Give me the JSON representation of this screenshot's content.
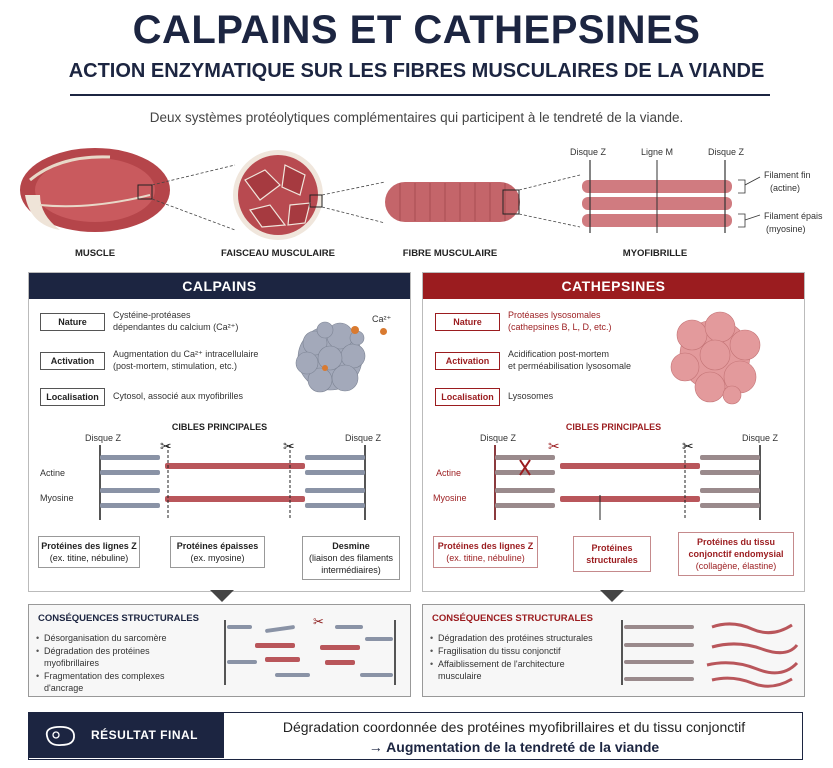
{
  "header": {
    "title": "CALPAINS ET CATHEPSINES",
    "subtitle": "ACTION ENZYMATIQUE SUR LES FIBRES MUSCULAIRES DE LA VIANDE",
    "intro": "Deux systèmes protéolytiques complémentaires qui participent à le tendreté de la viande."
  },
  "anatomy": {
    "stages": [
      "MUSCLE",
      "FAISCEAU MUSCULAIRE",
      "FIBRE MUSCULAIRE",
      "MYOFIBRILLE"
    ],
    "disque_z": "Disque Z",
    "ligne_m": "Ligne M",
    "filament_fin": "Filament fin",
    "actine": "(actine)",
    "filament_epais": "Filament épais",
    "myosine": "(myosine)"
  },
  "calpains": {
    "header": "CALPAINS",
    "color": "#1c2541",
    "nature_label": "Nature",
    "nature_line1": "Cystéine-protéases",
    "nature_line2": "dépendantes du calcium (Ca²⁺)",
    "activation_label": "Activation",
    "activation_line1": "Augmentation du Ca²⁺ intracellulaire",
    "activation_line2": "(post-mortem, stimulation, etc.)",
    "localisation_label": "Localisation",
    "localisation_line1": "Cytosol, associé aux myofibrilles",
    "ca_label": "Ca²⁺",
    "cibles_title": "CIBLES PRINCIPALES",
    "disque_z": "Disque Z",
    "actine": "Actine",
    "myosine": "Myosine",
    "targets": [
      {
        "title": "Protéines des lignes Z",
        "desc": "(ex. titine, nébuline)"
      },
      {
        "title": "Protéines épaisses",
        "desc": "(ex. myosine)"
      },
      {
        "title": "Desmine",
        "desc": "(liaison des filaments intermédiaires)"
      }
    ],
    "cons_title": "CONSÉQUENCES STRUCTURALES",
    "cons_items": [
      "Désorganisation du sarcomère",
      "Dégradation des protéines myofibrillaires",
      "Fragmentation des complexes d'ancrage"
    ]
  },
  "cathepsines": {
    "header": "CATHEPSINES",
    "color": "#9b1c1f",
    "nature_label": "Nature",
    "nature_line1": "Protéases lysosomales",
    "nature_line2": "(cathepsines B, L, D, etc.)",
    "activation_label": "Activation",
    "activation_line1": "Acidification post-mortem",
    "activation_line2": "et perméabilisation lysosomale",
    "localisation_label": "Localisation",
    "localisation_line1": "Lysosomes",
    "cibles_title": "CIBLES PRINCIPALES",
    "disque_z": "Disque Z",
    "actine": "Actine",
    "myosine": "Myosine",
    "targets": [
      {
        "title": "Protéines des lignes Z",
        "desc": "(ex. titine, nébuline)"
      },
      {
        "title": "Protéines structurales",
        "desc": ""
      },
      {
        "title": "Protéines du tissu conjonctif endomysial",
        "desc": "(collagène, élastine)"
      }
    ],
    "cons_title": "CONSÉQUENCES STRUCTURALES",
    "cons_items": [
      "Dégradation des protéines structurales",
      "Fragilisation du tissu conjonctif",
      "Affaiblissement de l'architecture musculaire"
    ]
  },
  "final": {
    "label": "RÉSULTAT FINAL",
    "line1": "Dégradation coordonnée des protéines myofibrillaires et du tissu conjonctif",
    "line2": "→ Augmentation de la tendreté de la viande"
  }
}
